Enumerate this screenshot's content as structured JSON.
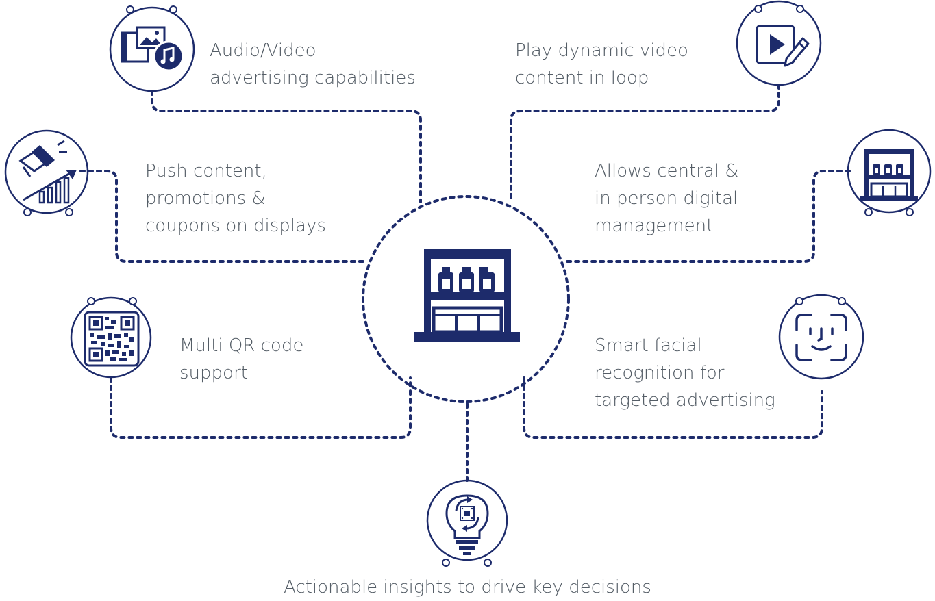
{
  "colors": {
    "primary": "#1d2b6b",
    "text": "#545d66",
    "background": "#ffffff"
  },
  "center": {
    "icon": "store-shelf-icon"
  },
  "features": [
    {
      "id": "audio-video",
      "icon": "media-music-icon",
      "lines": [
        "Audio/Video",
        "advertising capabilities"
      ]
    },
    {
      "id": "dynamic-video",
      "icon": "play-edit-icon",
      "lines": [
        "Play dynamic video",
        "content in loop"
      ]
    },
    {
      "id": "push-content",
      "icon": "megaphone-growth-icon",
      "lines": [
        "Push content,",
        "promotions &",
        "coupons on displays"
      ]
    },
    {
      "id": "central-management",
      "icon": "store-shelf-small-icon",
      "lines": [
        "Allows central &",
        "in person digital",
        "management"
      ]
    },
    {
      "id": "qr-code",
      "icon": "qr-code-icon",
      "lines": [
        "Multi QR code",
        "support"
      ]
    },
    {
      "id": "facial-recognition",
      "icon": "face-scan-icon",
      "lines": [
        "Smart facial",
        "recognition for",
        "targeted advertising"
      ]
    },
    {
      "id": "insights",
      "icon": "lightbulb-chip-icon",
      "lines": [
        "Actionable insights to drive key decisions"
      ]
    }
  ]
}
